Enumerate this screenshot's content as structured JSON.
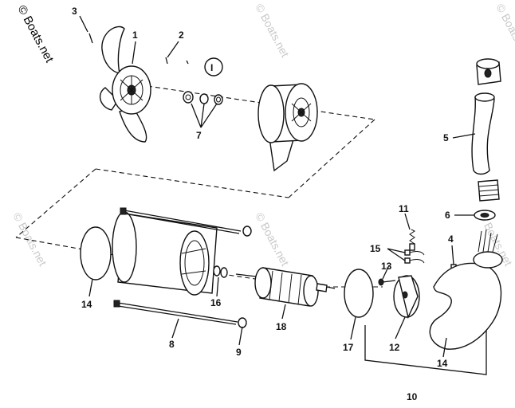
{
  "watermark": {
    "main": "© Boats.net",
    "faint": "© Boats.net"
  },
  "callouts": {
    "c1": "1",
    "c2": "2",
    "c3": "3",
    "c4": "4",
    "c5": "5",
    "c6": "6",
    "c7": "7",
    "c8": "8",
    "c9": "9",
    "c10": "10",
    "c11": "11",
    "c12": "12",
    "c13": "13",
    "c14a": "14",
    "c14b": "14",
    "c15": "15",
    "c16": "16",
    "c17": "17",
    "c18": "18",
    "letter_i": "I"
  }
}
